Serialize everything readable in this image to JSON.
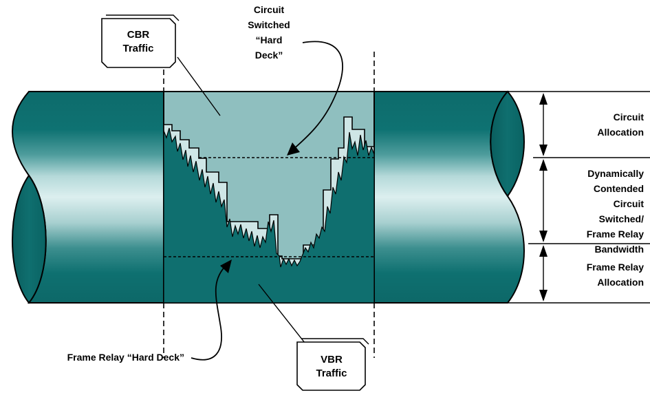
{
  "labels": {
    "cbr_box": {
      "line1": "CBR",
      "line2": "Traffic"
    },
    "vbr_box": {
      "line1": "VBR",
      "line2": "Traffic"
    },
    "circuit_hard_deck": [
      "Circuit",
      "Switched",
      "“Hard",
      "Deck”"
    ],
    "frame_relay_hard_deck": "Frame Relay “Hard Deck”",
    "circuit_allocation": [
      "Circuit",
      "Allocation"
    ],
    "dynamic_bandwidth": [
      "Dynamically",
      "Contended",
      "Circuit",
      "Switched/",
      "Frame Relay",
      "Bandwidth"
    ],
    "frame_relay_allocation": [
      "Frame Relay",
      "Allocation"
    ]
  },
  "colors": {
    "pipe_dark": "#0d6b6b",
    "pipe_light": "#d6ecec",
    "window_fill": "#8fbfbf",
    "vbr_fill": "#0f6f6f",
    "stroke": "#000000"
  }
}
